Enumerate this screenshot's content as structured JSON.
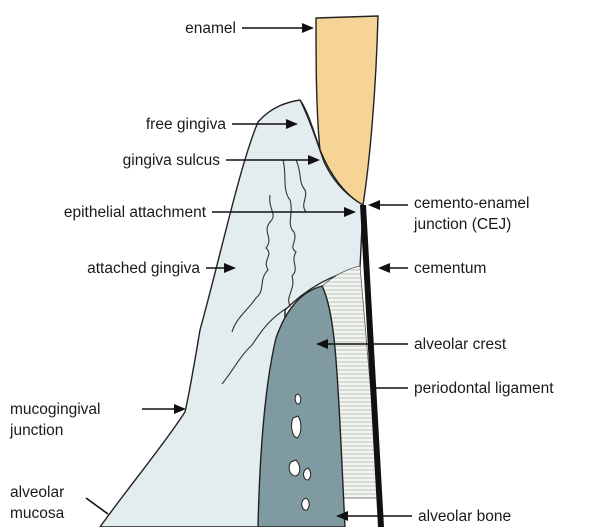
{
  "labels": {
    "enamel": "enamel",
    "free_gingiva": "free gingiva",
    "gingiva_sulcus": "gingiva sulcus",
    "epithelial_attachment": "epithelial attachment",
    "attached_gingiva": "attached gingiva",
    "mucogingival_junction_1": "mucogingival",
    "mucogingival_junction_2": "junction",
    "alveolar_mucosa_1": "alveolar",
    "alveolar_mucosa_2": "mucosa",
    "cej_1": "cemento-enamel",
    "cej_2": "junction (CEJ)",
    "cementum": "cementum",
    "alveolar_crest": "alveolar crest",
    "periodontal_ligament": "periodontal ligament",
    "alveolar_bone": "alveolar bone"
  },
  "colors": {
    "enamel": "#f6d496",
    "gingiva": "#e3ecee",
    "bone": "#7f9aa0",
    "ligament": "#eef2ee",
    "outline": "#111111"
  }
}
